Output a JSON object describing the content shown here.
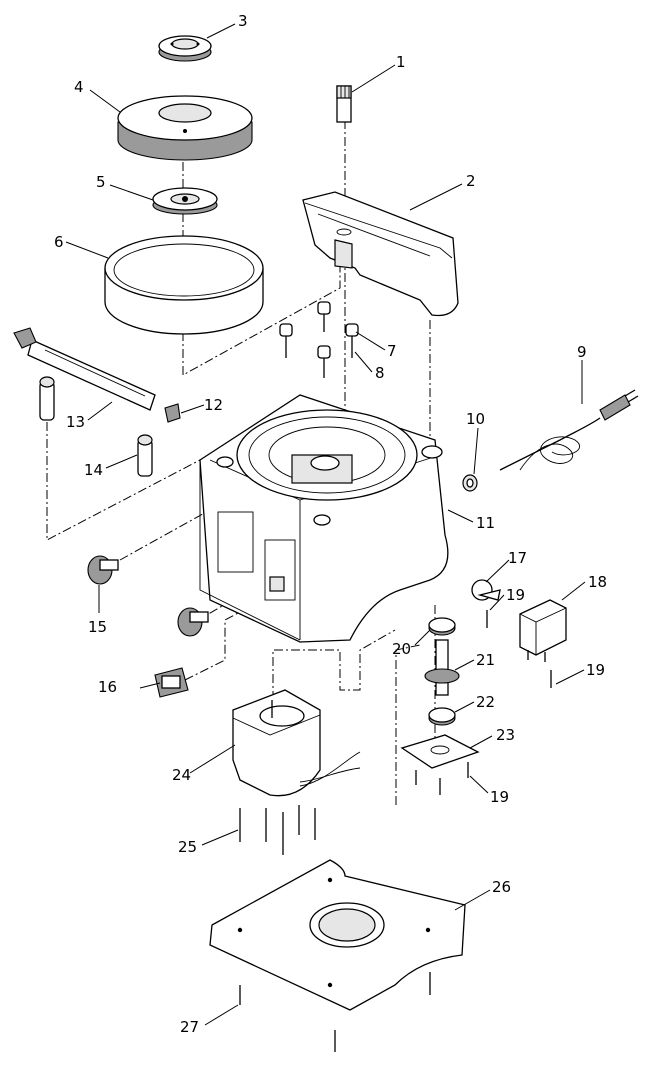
{
  "callouts": {
    "c1": "1",
    "c2": "2",
    "c3": "3",
    "c4": "4",
    "c5": "5",
    "c6": "6",
    "c7": "7",
    "c8": "8",
    "c9": "9",
    "c10": "10",
    "c11": "11",
    "c12": "12",
    "c13": "13",
    "c14": "14",
    "c15": "15",
    "c16": "16",
    "c17": "17",
    "c18": "18",
    "c19a": "19",
    "c19b": "19",
    "c19c": "19",
    "c20": "20",
    "c21": "21",
    "c22": "22",
    "c23": "23",
    "c24": "24",
    "c25": "25",
    "c26": "26",
    "c27": "27"
  }
}
